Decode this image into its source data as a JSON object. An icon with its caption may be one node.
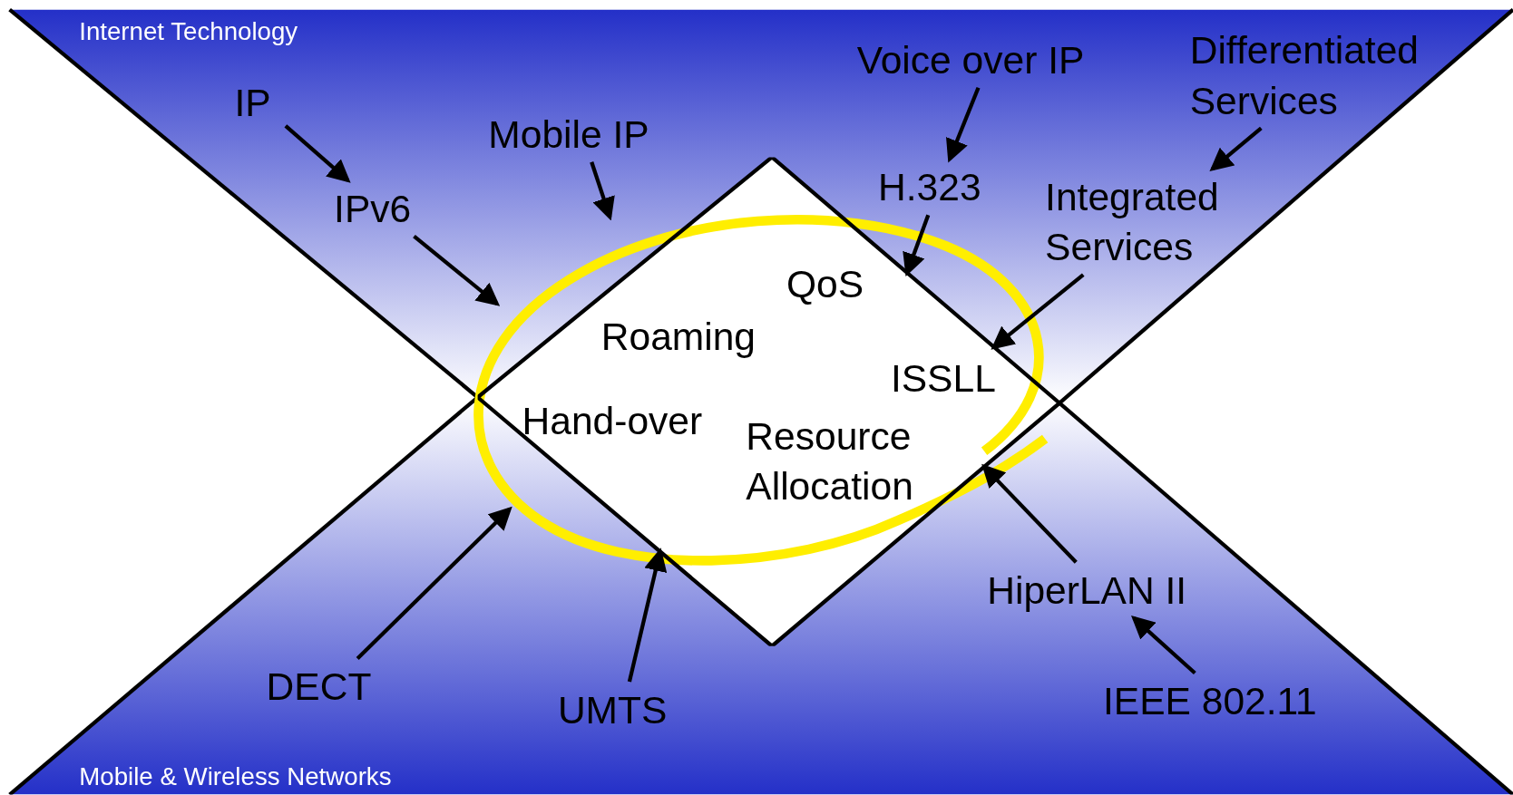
{
  "diagram": {
    "nodes": [
      {
        "text": [
          "IP"
        ]
      },
      {
        "text": [
          "IPv6"
        ]
      },
      {
        "text": [
          "Mobile IP"
        ]
      },
      {
        "text": [
          "Voice over IP"
        ]
      },
      {
        "text": [
          "H.323"
        ]
      },
      {
        "text": [
          "Differentiated Services"
        ]
      },
      {
        "text": [
          "Integrated Services"
        ]
      },
      {
        "text": [
          "DECT"
        ]
      },
      {
        "text": [
          "UMTS"
        ]
      },
      {
        "text": [
          "HiperLAN II"
        ]
      },
      {
        "text": [
          "IEEE 802.11"
        ]
      },
      {
        "text": [
          "QoS",
          "Roaming",
          "ISSLL",
          "Hand-over",
          "Resource Allocation"
        ]
      }
    ],
    "edges": [
      {
        "from": 0,
        "to": 1,
        "arrow": "to"
      },
      {
        "from": 1,
        "to": null,
        "arrow": "to"
      },
      {
        "from": 2,
        "to": null,
        "arrow": "to"
      },
      {
        "from": 3,
        "to": 4,
        "arrow": "to"
      },
      {
        "from": 4,
        "to": 11,
        "arrow": "to"
      },
      {
        "from": 5,
        "to": 6,
        "arrow": "to"
      },
      {
        "from": 6,
        "to": 11,
        "arrow": "to"
      },
      {
        "from": 7,
        "to": null,
        "arrow": "to"
      },
      {
        "from": 8,
        "to": 11,
        "arrow": "to"
      },
      {
        "from": 9,
        "to": 11,
        "arrow": "to"
      },
      {
        "from": 10,
        "to": 9,
        "arrow": "to"
      }
    ],
    "labels": [
      "Internet Technology",
      "Mobile & Wireless Networks"
    ]
  }
}
